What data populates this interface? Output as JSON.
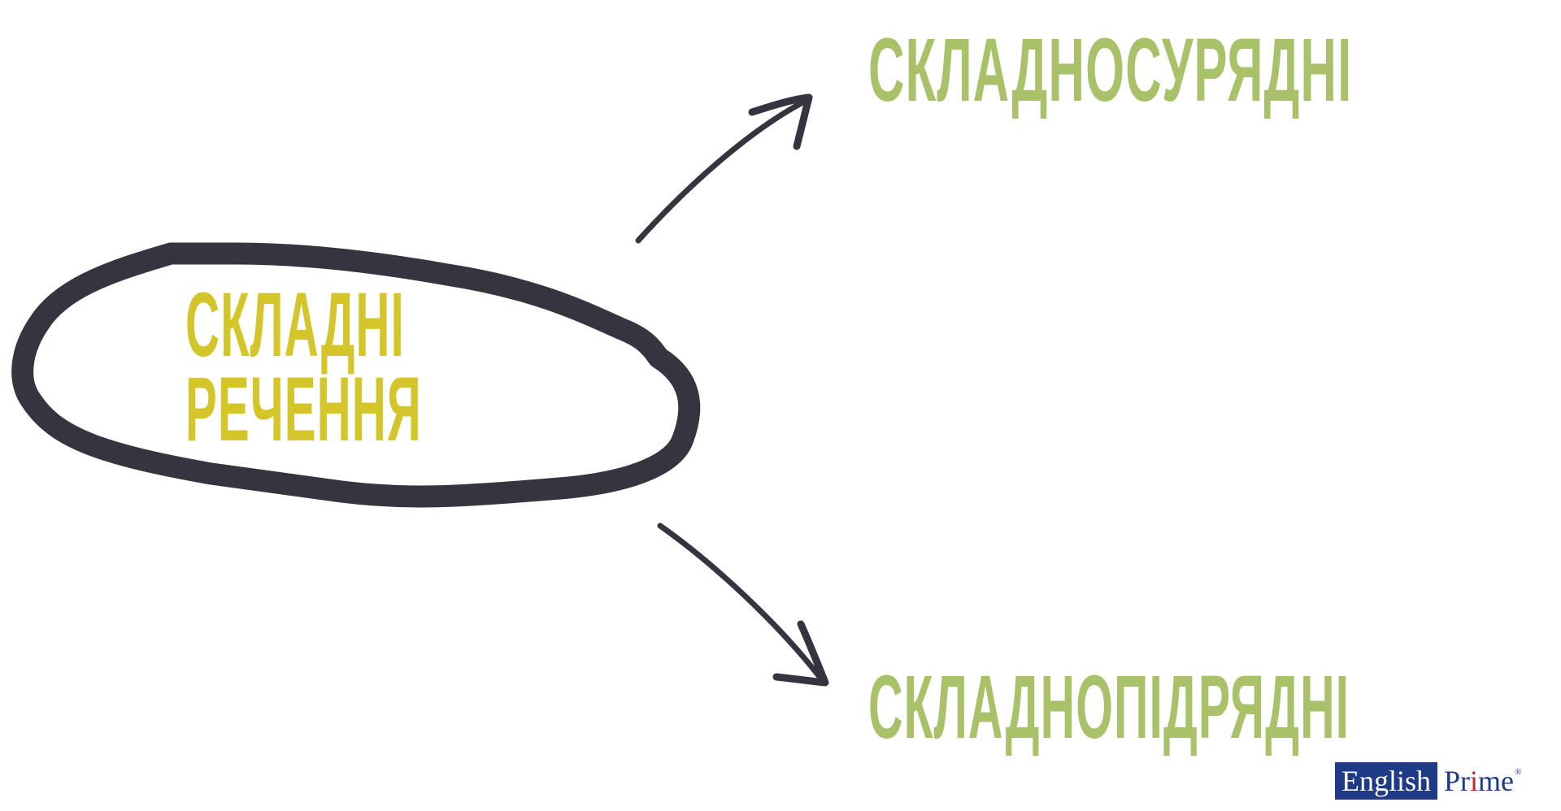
{
  "diagram": {
    "center": {
      "line1": "СКЛАДНІ",
      "line2": "РЕЧЕННЯ",
      "color": "#d4c62a"
    },
    "branches": [
      {
        "label": "СКЛАДНОСУРЯДНІ",
        "color": "#a9c26a"
      },
      {
        "label": "СКЛАДНОПІДРЯДНІ",
        "color": "#a9c26a"
      }
    ],
    "stroke_color": "#36353f"
  },
  "logo": {
    "left": "English",
    "right_a": "Pr",
    "right_i": "i",
    "right_b": "me",
    "mark": "®",
    "colors": {
      "blue": "#1f3b87",
      "red": "#c0282d"
    }
  }
}
